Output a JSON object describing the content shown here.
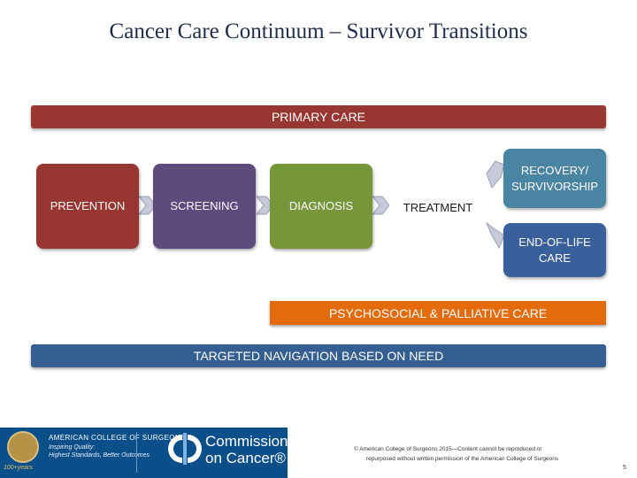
{
  "title": "Cancer Care Continuum – Survivor Transitions",
  "primary_care": "PRIMARY CARE",
  "stages": [
    {
      "label": "PREVENTION",
      "color": "#983632"
    },
    {
      "label": "SCREENING",
      "color": "#5e4a7d"
    },
    {
      "label": "DIAGNOSIS",
      "color": "#77963a"
    },
    {
      "label": "TREATMENT",
      "color": "#ffffff"
    },
    {
      "label": "RECOVERY/ SURVIVORSHIP",
      "color": "#4a84a3"
    },
    {
      "label": "END-OF-LIFE CARE",
      "color": "#3a609b"
    }
  ],
  "psychosocial": "PSYCHOSOCIAL & PALLIATIVE CARE",
  "navigation": "TARGETED NAVIGATION BASED ON NEED",
  "colors": {
    "primary_bar": "#983632",
    "psychosocial_bar": "#e36b0a",
    "navigation_bar": "#365f91",
    "connector": "#9aa0b8",
    "footer_blue": "#0b4f8a"
  },
  "footer": {
    "acs_name": "AMERICAN COLLEGE OF SURGEONS",
    "acs_tagline_1": "Inspiring Quality:",
    "acs_tagline_2": "Highest Standards, Better Outcomes",
    "years": "100+years",
    "coc_line1": "Commission",
    "coc_line2": "on Cancer®",
    "copyright_1": "© American College of Surgeons 2015—Content cannot be reproduced or",
    "copyright_2": "repurposed without written permission of the American College of Surgeons",
    "page_number": "5"
  }
}
